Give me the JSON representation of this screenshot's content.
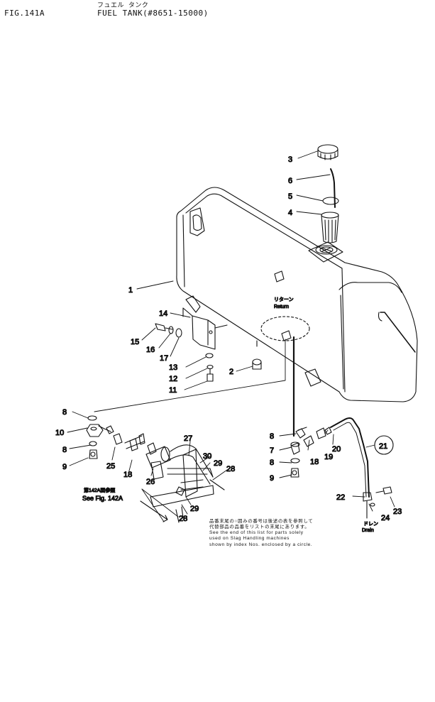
{
  "header": {
    "fig_id": "FIG.141A",
    "title_jp": "フュエル タンク",
    "title": "FUEL TANK(#8651-15000)"
  },
  "labels": {
    "return_jp": "リターン",
    "return_en": "Return",
    "drain_jp": "ドレン",
    "drain_en": "Drain",
    "see_fig_jp": "第142A図参照",
    "see_fig_en": "See Fig. 142A"
  },
  "note": {
    "line1": "品番末尾の○囲みの番号は後述の表を参照して",
    "line2": "代替部品の品番をリストの末尾にあります。",
    "line3": "See the end of this list for parts solely",
    "line4": "used on Slag Handling machines",
    "line5": "shown by index Nos. enclosed by a circle."
  },
  "callouts": {
    "c1": "1",
    "c2": "2",
    "c3": "3",
    "c4": "4",
    "c5": "5",
    "c6": "6",
    "c7": "7",
    "c8a": "8",
    "c8b": "8",
    "c8c": "8",
    "c8d": "8",
    "c9a": "9",
    "c9b": "9",
    "c10": "10",
    "c11": "11",
    "c12": "12",
    "c13": "13",
    "c14": "14",
    "c15": "15",
    "c16": "16",
    "c17": "17",
    "c18a": "18",
    "c18b": "18",
    "c19": "19",
    "c20": "20",
    "c21": "21",
    "c22": "22",
    "c23": "23",
    "c24": "24",
    "c25": "25",
    "c26": "26",
    "c27": "27",
    "c28a": "28",
    "c28b": "28",
    "c29a": "29",
    "c29b": "29",
    "c30": "30"
  }
}
